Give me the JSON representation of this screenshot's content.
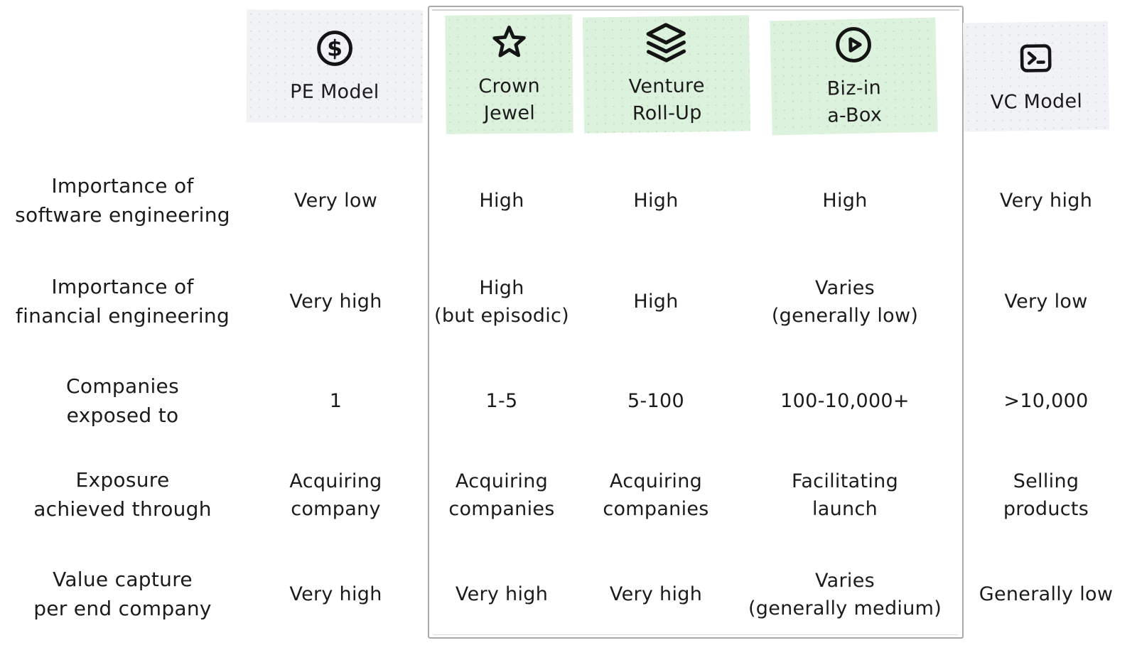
{
  "colors": {
    "green_fill": "#dcf2dd",
    "gray_fill": "#f1f2f5",
    "box_border": "#aaaaaa",
    "text": "#1b1b1b"
  },
  "table": {
    "columns": [
      {
        "label": "PE Model",
        "icon": "dollar-circle-icon",
        "variant": "gray",
        "highlighted": false
      },
      {
        "label": "Crown\nJewel",
        "icon": "star-icon",
        "variant": "green",
        "highlighted": true
      },
      {
        "label": "Venture\nRoll-Up",
        "icon": "layers-icon",
        "variant": "green",
        "highlighted": true
      },
      {
        "label": "Biz-in\na-Box",
        "icon": "play-circle-icon",
        "variant": "green",
        "highlighted": true
      },
      {
        "label": "VC Model",
        "icon": "terminal-icon",
        "variant": "gray",
        "highlighted": false
      }
    ],
    "rows": [
      {
        "label": "Importance of\nsoftware engineering",
        "values": [
          "Very low",
          "High",
          "High",
          "High",
          "Very high"
        ]
      },
      {
        "label": "Importance of\nfinancial engineering",
        "values": [
          "Very high",
          "High\n(but episodic)",
          "High",
          "Varies\n(generally low)",
          "Very low"
        ]
      },
      {
        "label": "Companies\nexposed to",
        "values": [
          "1",
          "1-5",
          "5-100",
          "100-10,000+",
          ">10,000"
        ]
      },
      {
        "label": "Exposure\nachieved through",
        "values": [
          "Acquiring\ncompany",
          "Acquiring\ncompanies",
          "Acquiring\ncompanies",
          "Facilitating\nlaunch",
          "Selling\nproducts"
        ]
      },
      {
        "label": "Value capture\nper end company",
        "values": [
          "Very high",
          "Very high",
          "Very high",
          "Varies\n(generally medium)",
          "Generally low"
        ]
      }
    ]
  }
}
